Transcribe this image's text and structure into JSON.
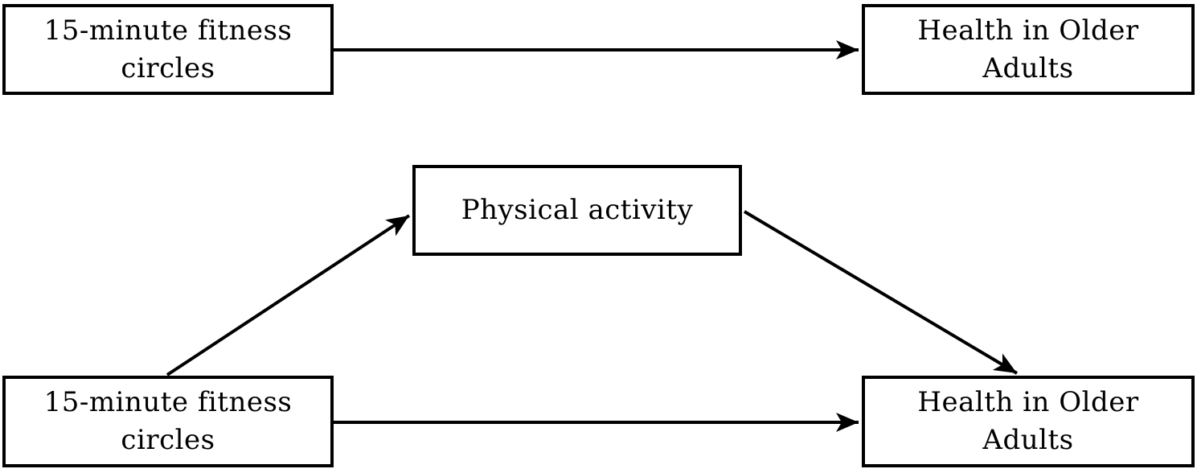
{
  "figure": {
    "type": "mediation-model-diagram",
    "background_color": "#ffffff",
    "line_color": "#000000",
    "text_color": "#000000"
  },
  "top_model": {
    "predictor": {
      "line1": "15-minute fitness",
      "line2": "circles"
    },
    "outcome": {
      "line1": "Health in Older",
      "line2": "Adults"
    }
  },
  "bottom_model": {
    "predictor": {
      "line1": "15-minute fitness",
      "line2": "circles"
    },
    "mediator": {
      "line1": "Physical activity"
    },
    "outcome": {
      "line1": "Health in Older",
      "line2": "Adults"
    }
  },
  "arrows": [
    {
      "name": "total-effect-arrow",
      "from": "15-minute fitness circles",
      "to": "Health in Older Adults"
    },
    {
      "name": "path-a-arrow",
      "from": "15-minute fitness circles",
      "to": "Physical activity"
    },
    {
      "name": "path-b-arrow",
      "from": "Physical activity",
      "to": "Health in Older Adults"
    },
    {
      "name": "direct-effect-arrow",
      "from": "15-minute fitness circles",
      "to": "Health in Older Adults"
    }
  ]
}
